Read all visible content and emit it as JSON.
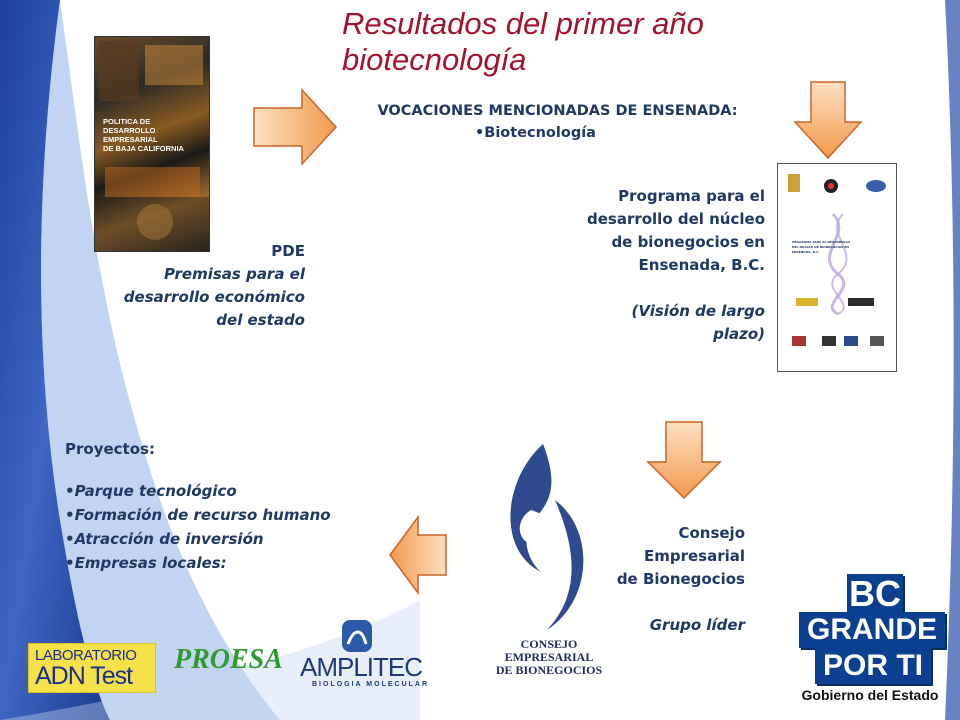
{
  "slide": {
    "title_line1": "Resultados del primer año",
    "title_line2": "biotecnología"
  },
  "pde_cover": {
    "line1": "POLITICA DE",
    "line2": "DESARROLLO",
    "line3": "EMPRESARIAL",
    "line4": "DE BAJA CALIFORNIA"
  },
  "pde_caption": {
    "label": "PDE",
    "line1": "Premisas para el",
    "line2": "desarrollo económico",
    "line3": "del estado"
  },
  "vocaciones": {
    "title": "VOCACIONES MENCIONADAS DE ENSENADA:",
    "item": "•Biotecnología"
  },
  "programa": {
    "line1": "Programa para el",
    "line2": "desarrollo del núcleo",
    "line3": "de bionegocios en",
    "line4": "Ensenada, B.C.",
    "note_line1": "(Visión de largo",
    "note_line2": "plazo)"
  },
  "programa_cover": {
    "heading": "PROGRAMA PARA EL DESARROLLO DEL NUCLEO DE BIONEGOCIOS EN ENSENADA, B.C."
  },
  "consejo": {
    "line1": "Consejo",
    "line2": "Empresarial",
    "line3": "de Bionegocios",
    "role": "Grupo líder"
  },
  "proyectos": {
    "title": "Proyectos:",
    "items": [
      "Parque tecnológico",
      "Formación de recurso humano",
      "Atracción de inversión",
      "Empresas locales:"
    ]
  },
  "logos": {
    "adn_top": "LABORATORIO",
    "adn_bottom": "ADN Test",
    "proesa": "PROESA",
    "amplitec": "AMPLITEC",
    "amplitec_sub": "BIOLOGIA MOLECULAR",
    "consejo_line1": "CONSEJO",
    "consejo_line2": "EMPRESARIAL",
    "consejo_line3": "DE BIONEGOCIOS",
    "bc_line1": "BC",
    "bc_line2": "GRANDE",
    "bc_line3": "POR TI",
    "bc_line4": "Gobierno del Estado"
  },
  "colors": {
    "title": "#a3122e",
    "text": "#1f3864",
    "arrow_fill": "#f7a35c",
    "arrow_stroke": "#c9652a",
    "brand_blue": "#0b3f8f"
  }
}
